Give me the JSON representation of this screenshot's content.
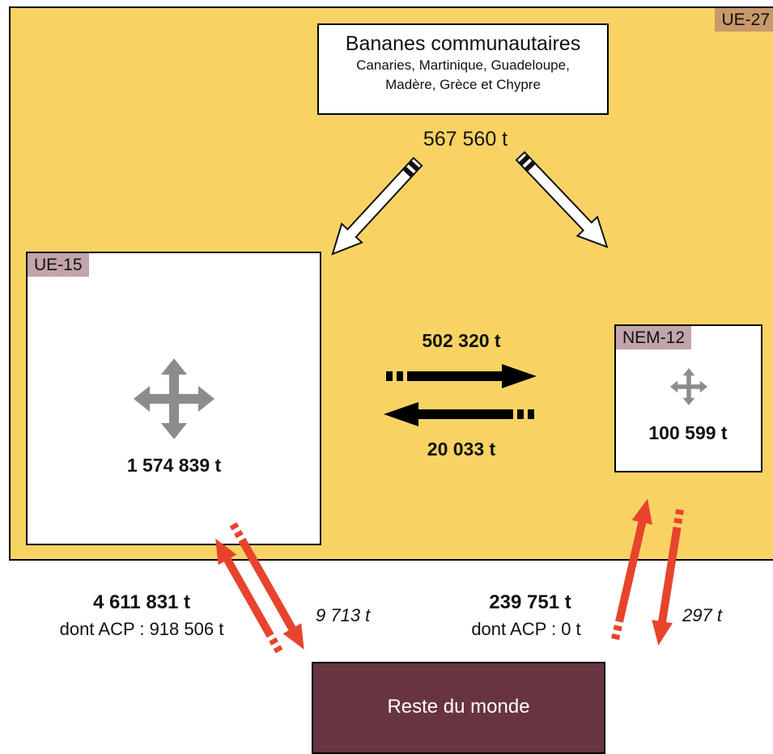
{
  "regions": {
    "ue27": "UE-27",
    "ue15": "UE-15",
    "nem12": "NEM-12",
    "rest_of_world": "Reste du monde"
  },
  "community_bananas": {
    "title": "Bananes communautaires",
    "origins_line1": "Canaries, Martinique, Guadeloupe,",
    "origins_line2": "Madère, Grèce et Chypre",
    "volume": "567 560 t"
  },
  "internal": {
    "ue15_volume": "1 574 839 t",
    "nem12_volume": "100 599 t"
  },
  "flows": {
    "ue15_to_nem12": "502 320 t",
    "nem12_to_ue15": "20 033 t",
    "world_to_ue15": "4 611 831 t",
    "world_to_ue15_acp": "dont ACP : 918 506 t",
    "ue15_to_world": "9 713 t",
    "world_to_nem12": "239 751 t",
    "world_to_nem12_acp": "dont ACP : 0 t",
    "nem12_to_world": "297 t"
  },
  "colors": {
    "ue27_bg": "#f8d364",
    "ue27_tag": "#c8996b",
    "region_tag": "#c2a5a9",
    "rest_of_world_bg": "#683440",
    "external_arrow": "#e8432d",
    "internal_arrow": "#000000",
    "move_icon": "#8c8c8c"
  }
}
